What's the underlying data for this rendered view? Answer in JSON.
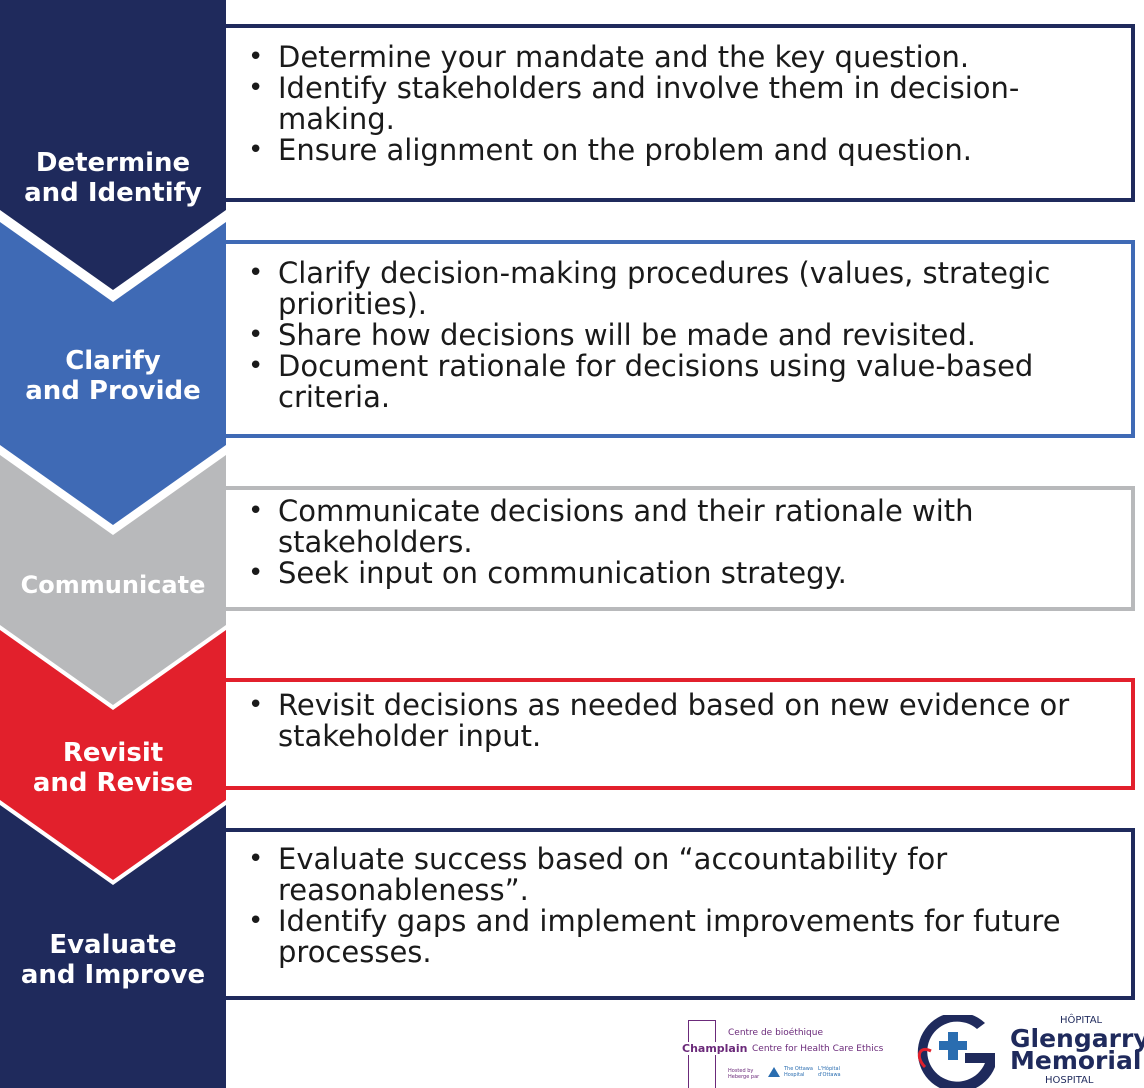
{
  "colors": {
    "navy": "#1f2a5c",
    "blue": "#3f6ab5",
    "gray": "#b8b9bb",
    "red": "#e2202c"
  },
  "steps": [
    {
      "label_line1": "Determine",
      "label_line2": "and Identify",
      "bullets": [
        "Determine your mandate and the key question.",
        "Identify stakeholders and involve them in decision-making.",
        "Ensure alignment on the problem and question."
      ]
    },
    {
      "label_line1": "Clarify",
      "label_line2": "and Provide",
      "bullets": [
        "Clarify decision-making procedures (values, strategic priorities).",
        "Share how decisions will be made and revisited.",
        "Document rationale for decisions using value-based criteria."
      ]
    },
    {
      "label_line1": "Communicate",
      "label_line2": "",
      "bullets": [
        "Communicate decisions and their rationale with stakeholders.",
        "Seek input on communication strategy."
      ]
    },
    {
      "label_line1": "Revisit",
      "label_line2": "and Revise",
      "bullets": [
        "Revisit decisions as needed based on new evidence or stakeholder input."
      ]
    },
    {
      "label_line1": "Evaluate",
      "label_line2": "and Improve",
      "bullets": [
        "Evaluate success based on “accountability for reasonableness”.",
        "Identify gaps and implement improvements for future processes."
      ]
    }
  ],
  "logos": {
    "champlain": {
      "line1": "Centre de bioéthique",
      "name": "Champlain",
      "line2": "Centre for Health Care Ethics",
      "hosted": "Hosted by Heberge par",
      "partner1": "The Ottawa Hospital",
      "partner2": "L'Hôpital d'Ottawa"
    },
    "glengarry": {
      "top": "HÔPITAL",
      "name1": "Glengarry",
      "name2": "Memorial",
      "bottom": "HOSPITAL"
    }
  }
}
